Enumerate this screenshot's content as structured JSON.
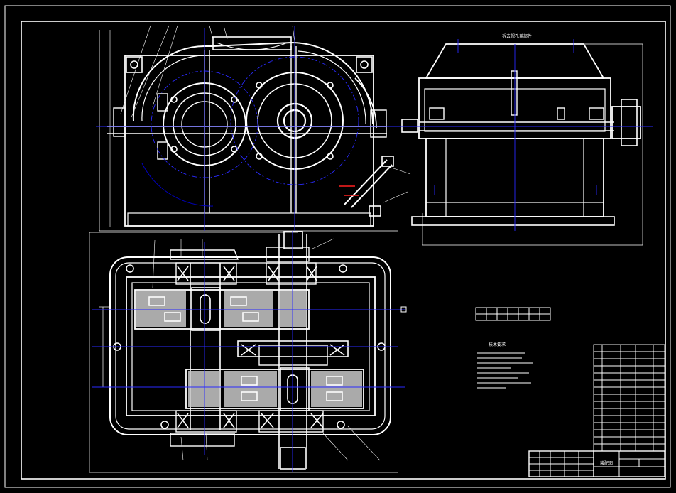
{
  "drawing": {
    "background_color": "#000000",
    "outline_color": "#ffffff",
    "centerline_color": "#2a2aff",
    "hidden_color": "#0000c8",
    "section_color": "#d8d8d8",
    "accent_color": "#ff2020",
    "view_labels": {
      "side_view_title": "拆去视孔盖部件"
    },
    "notes": {
      "tech_requirements_title": "技术要求"
    },
    "title_block": {
      "drawing_name": "装配图"
    }
  }
}
